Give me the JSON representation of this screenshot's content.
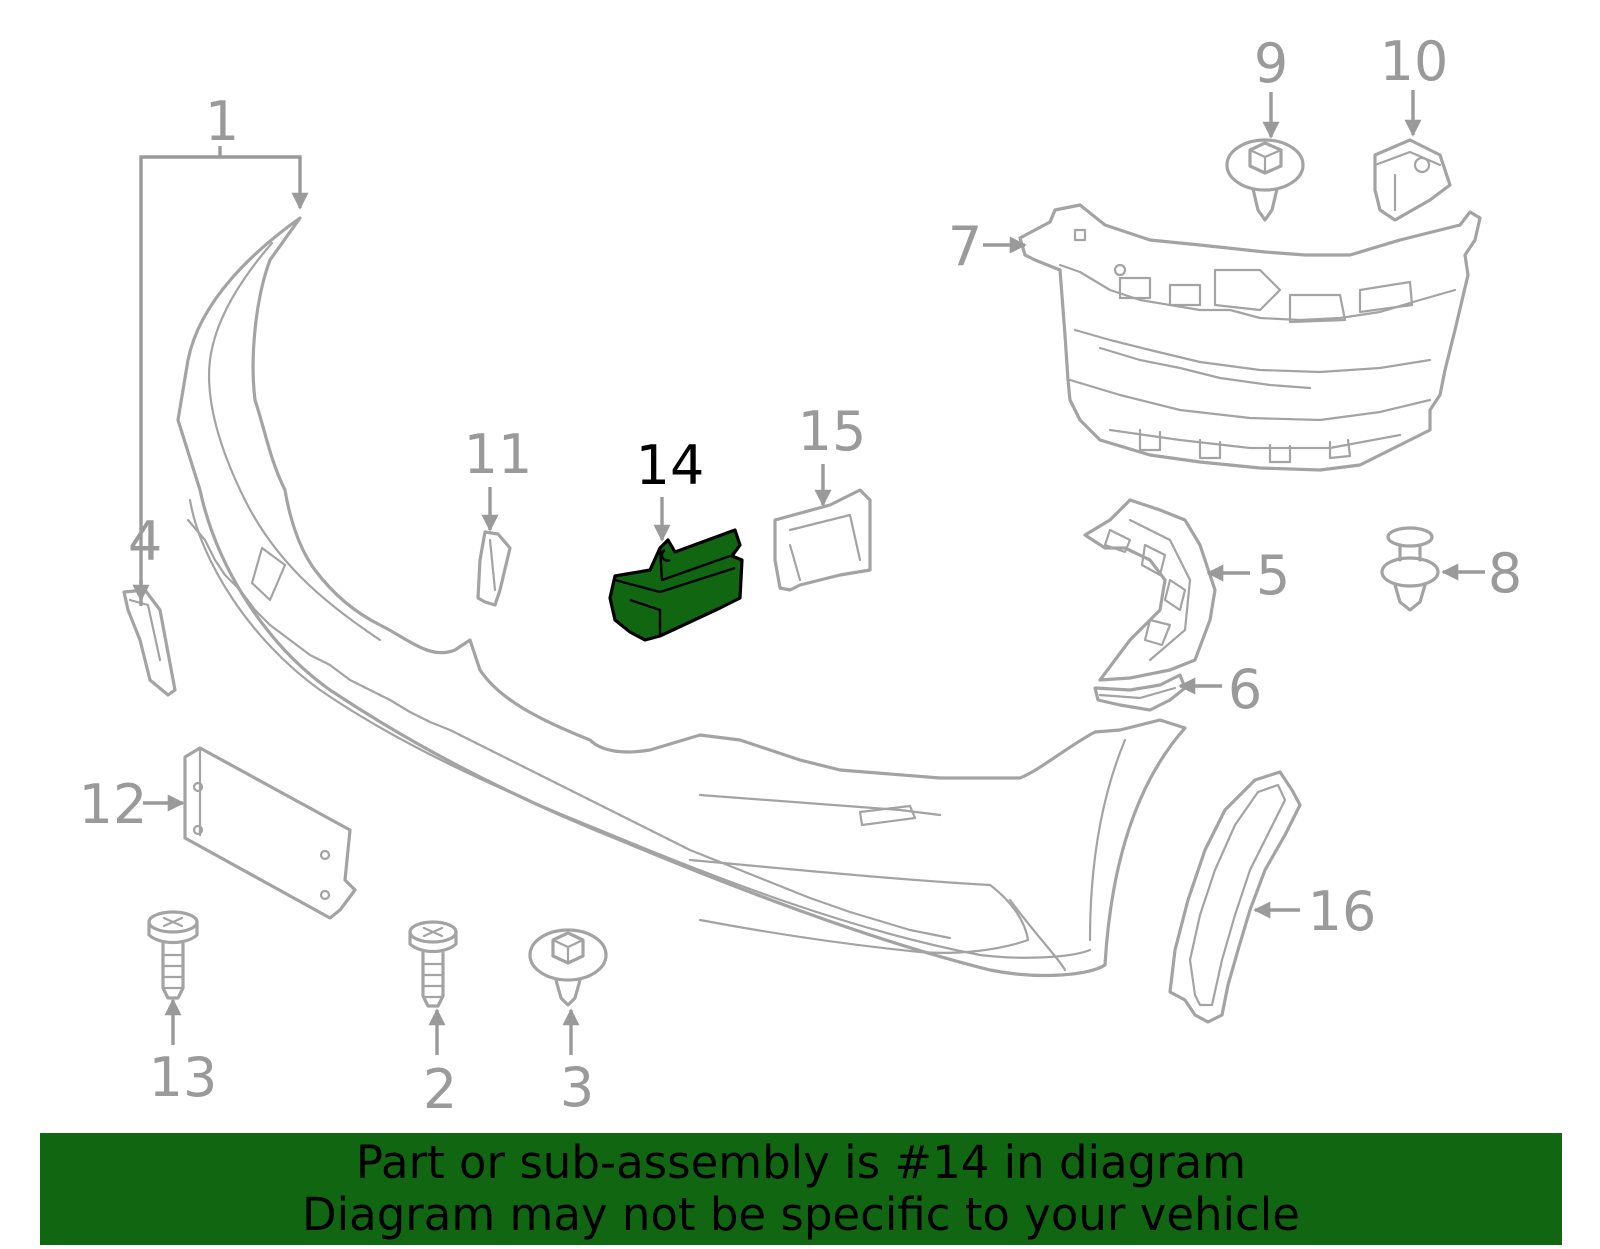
{
  "callouts": {
    "c1": "1",
    "c2": "2",
    "c3": "3",
    "c4": "4",
    "c5": "5",
    "c6": "6",
    "c7": "7",
    "c8": "8",
    "c9": "9",
    "c10": "10",
    "c11": "11",
    "c12": "12",
    "c13": "13",
    "c14": "14",
    "c15": "15",
    "c16": "16"
  },
  "highlighted_part": "14",
  "colors": {
    "highlight": "#116611",
    "line_art": "#a3a3a3",
    "callout_text": "#9a9a9a",
    "banner": "#116611"
  },
  "banner": {
    "line1": "Part or sub-assembly is #14 in diagram",
    "line2": "Diagram may not be specific to your vehicle"
  }
}
